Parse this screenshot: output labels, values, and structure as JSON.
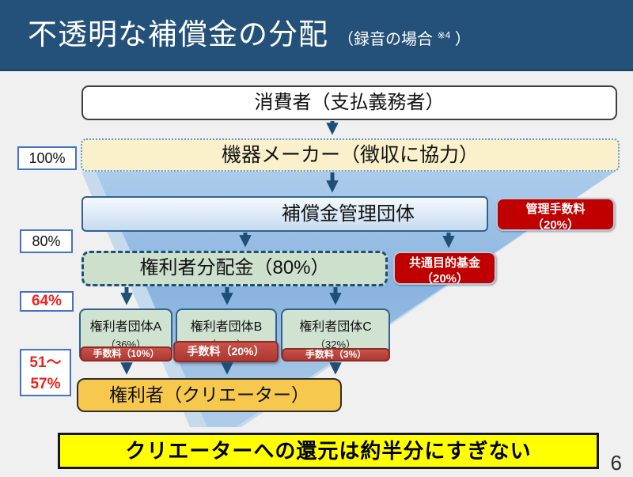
{
  "header": {
    "title": "不透明な補償金の分配",
    "subtitle_open": "（録音の場合",
    "subtitle_sup": "※4",
    "subtitle_close": "）"
  },
  "flow": {
    "consumer": "消費者（支払義務者）",
    "maker": "機器メーカー（徴収に協力）",
    "management_org": "補償金管理団体",
    "admin_fee": {
      "line1": "管理手数料",
      "line2": "（20%）"
    },
    "common_fund": {
      "line1": "共通目的基金",
      "line2": "（20%）"
    },
    "distribution": "権利者分配金（80%）",
    "groups": [
      {
        "name": "権利者団体A",
        "share": "（36%）",
        "fee": "手数料（10%）"
      },
      {
        "name": "権利者団体B",
        "share": "（32%）",
        "fee": "手数料（20%）"
      },
      {
        "name": "権利者団体C",
        "share": "（32%）",
        "fee": "手数料（3%）"
      }
    ],
    "rights_holder": "権利者（クリエーター）"
  },
  "side_labels": {
    "pct_100": "100%",
    "pct_80": "80%",
    "pct_64": "64%",
    "pct_51_57_line1": "51～",
    "pct_51_57_line2": "57%"
  },
  "banner": {
    "text": "クリエーターへの還元は約半分にすぎない"
  },
  "page_number": "6",
  "colors": {
    "header_bg": "#24517A",
    "funnel_blue": "#8AB5E0",
    "funnel_pale": "#C6DAEE",
    "maker_cream": "#FBF0CC",
    "org_lightblue": "#C6DBF1",
    "green_box": "#CFE3D0",
    "dark_red_box": "#C00000",
    "fee_strip_red": "#B03A33",
    "rights_gold": "#F6C84E",
    "banner_yellow": "#FFFF00",
    "arrow_navy": "#1F4E79",
    "label_red": "#E8251F"
  }
}
